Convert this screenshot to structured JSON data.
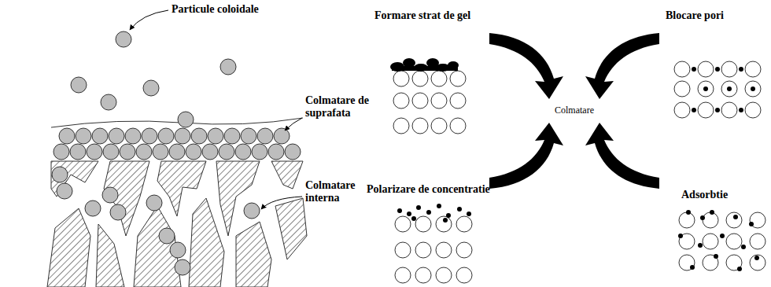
{
  "diagram": {
    "labels": [
      "Particule coloidale",
      "Colmatare de suprafata",
      "Colmatare interna",
      "Formare strat de gel",
      "Blocare pori",
      "Colmatare",
      "Polarizare de concentratie",
      "Adsorbtie"
    ]
  }
}
